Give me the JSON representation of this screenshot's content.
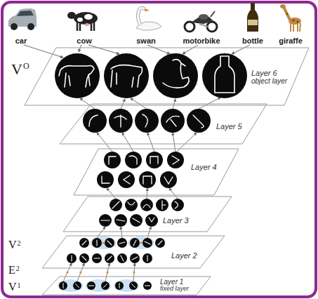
{
  "diagram": {
    "nodes": [
      {
        "text": [
          "Layer 6",
          "object layer"
        ]
      },
      {
        "text": [
          "Layer 5"
        ]
      },
      {
        "text": [
          "Layer 4"
        ]
      },
      {
        "text": [
          "Layer 3"
        ]
      },
      {
        "text": [
          "Layer 2"
        ]
      },
      {
        "text": [
          "Layer 1",
          "fixed layer"
        ]
      }
    ],
    "labels": [
      "car",
      "cow",
      "swan",
      "motorbike",
      "bottle",
      "giraffe",
      "VO",
      "V2",
      "E2",
      "V1"
    ]
  }
}
